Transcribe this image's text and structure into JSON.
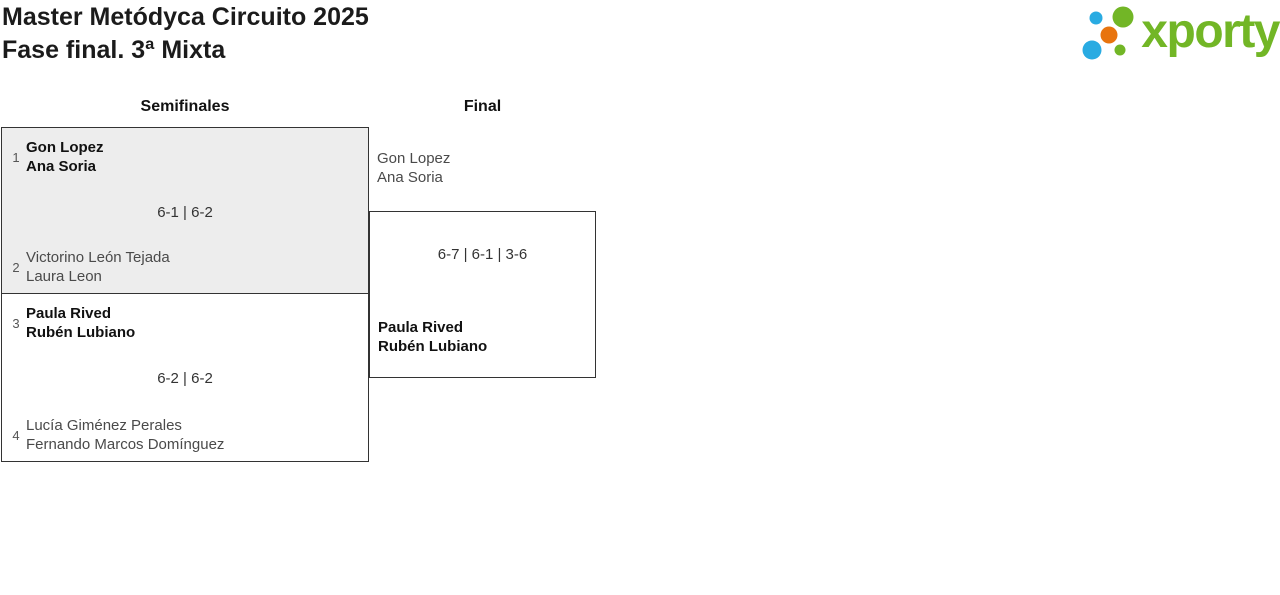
{
  "header": {
    "title": "Master Metódyca Circuito 2025",
    "subtitle": "Fase final. 3ª Mixta"
  },
  "logo": {
    "brand": "xporty",
    "colors": {
      "green": "#72b626",
      "blue": "#29abe2",
      "orange": "#e8740e"
    }
  },
  "bracket": {
    "round_headers": [
      "Semifinales",
      "Final"
    ],
    "semifinal_1": {
      "seed_top": "1",
      "team_top_player1": "Gon Lopez",
      "team_top_player2": "Ana Soria",
      "score": "6-1 | 6-2",
      "seed_bottom": "2",
      "team_bottom_player1": "Victorino León Tejada",
      "team_bottom_player2": "Laura Leon"
    },
    "semifinal_2": {
      "seed_top": "3",
      "team_top_player1": "Paula Rived",
      "team_top_player2": "Rubén Lubiano",
      "score": "6-2 | 6-2",
      "seed_bottom": "4",
      "team_bottom_player1": "Lucía Giménez Perales",
      "team_bottom_player2": "Fernando Marcos Domínguez"
    },
    "final": {
      "team_top_player1": "Gon Lopez",
      "team_top_player2": "Ana Soria",
      "score": "6-7 | 6-1 | 3-6",
      "team_bottom_player1": "Paula Rived",
      "team_bottom_player2": "Rubén Lubiano"
    }
  }
}
